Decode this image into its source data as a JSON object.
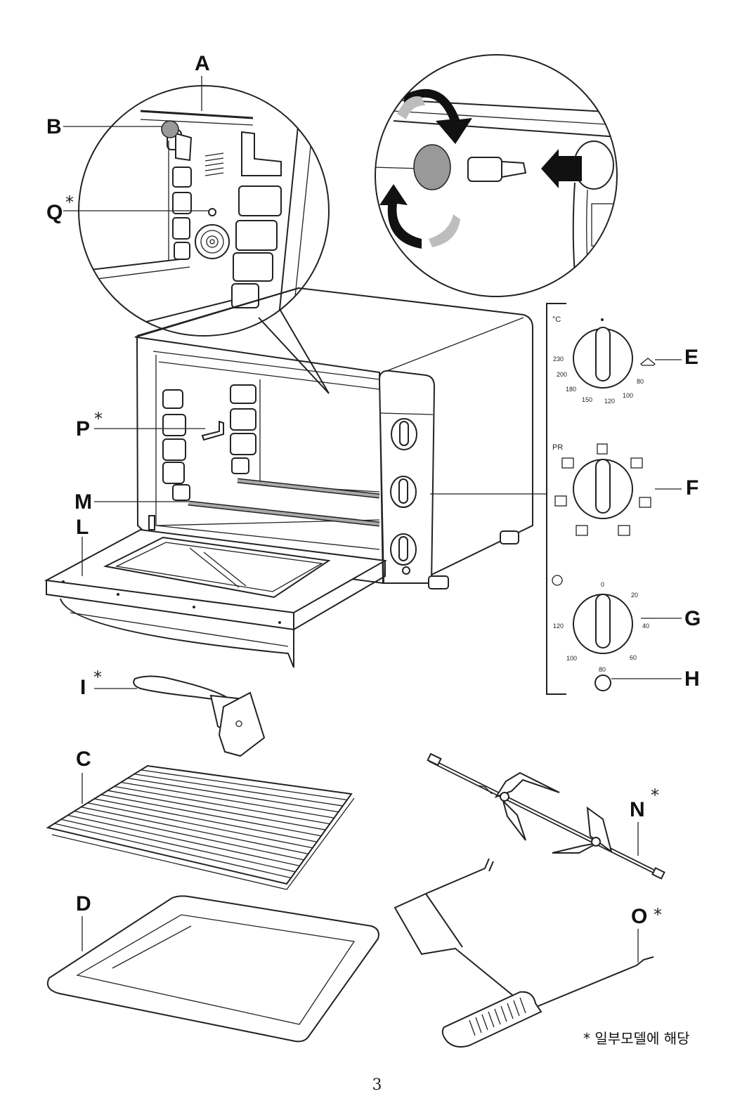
{
  "labels": {
    "A": "A",
    "B": "B",
    "Q": "Q",
    "P": "P",
    "M": "M",
    "L": "L",
    "E": "E",
    "F": "F",
    "G": "G",
    "H": "H",
    "I": "I",
    "C": "C",
    "D": "D",
    "N": "N",
    "O": "O"
  },
  "asterisk": "*",
  "temperature_knob": {
    "unit": "°C",
    "marks": [
      "230",
      "200",
      "180",
      "150",
      "120",
      "100",
      "80"
    ]
  },
  "function_knob": {
    "label": "PR"
  },
  "timer_knob": {
    "marks": [
      "0",
      "20",
      "40",
      "60",
      "80",
      "100",
      "120"
    ]
  },
  "note": "* 일부모델에 해당",
  "page_number": "3"
}
